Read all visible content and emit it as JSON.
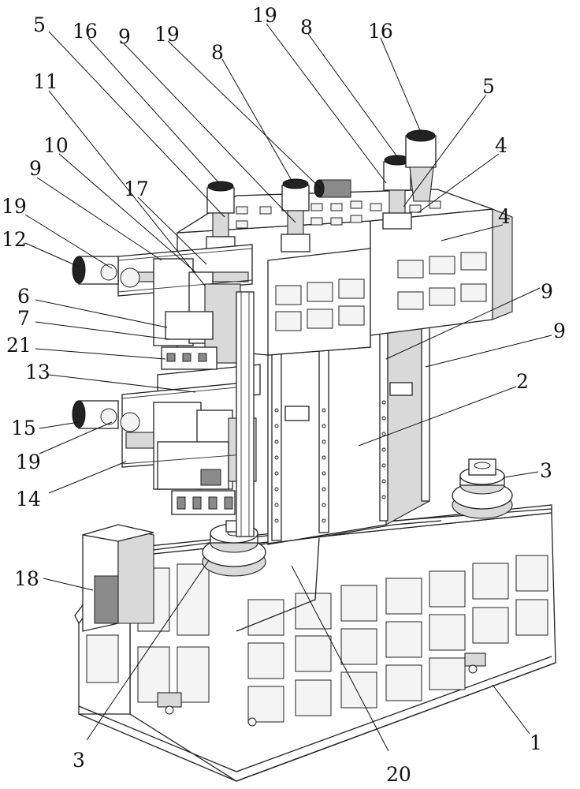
{
  "figure": {
    "callouts": [
      {
        "id": "c5a",
        "text": "5"
      },
      {
        "id": "c16a",
        "text": "16"
      },
      {
        "id": "c9a",
        "text": "9"
      },
      {
        "id": "c19a",
        "text": "19"
      },
      {
        "id": "c19b",
        "text": "19"
      },
      {
        "id": "c8a",
        "text": "8"
      },
      {
        "id": "c8b",
        "text": "8"
      },
      {
        "id": "c16b",
        "text": "16"
      },
      {
        "id": "c5b",
        "text": "5"
      },
      {
        "id": "c4a",
        "text": "4"
      },
      {
        "id": "c4b",
        "text": "4"
      },
      {
        "id": "c11",
        "text": "11"
      },
      {
        "id": "c10",
        "text": "10"
      },
      {
        "id": "c9b",
        "text": "9"
      },
      {
        "id": "c17",
        "text": "17"
      },
      {
        "id": "c19c",
        "text": "19"
      },
      {
        "id": "c12",
        "text": "12"
      },
      {
        "id": "c6",
        "text": "6"
      },
      {
        "id": "c7",
        "text": "7"
      },
      {
        "id": "c21",
        "text": "21"
      },
      {
        "id": "c9c",
        "text": "9"
      },
      {
        "id": "c9d",
        "text": "9"
      },
      {
        "id": "c13",
        "text": "13"
      },
      {
        "id": "c2",
        "text": "2"
      },
      {
        "id": "c15",
        "text": "15"
      },
      {
        "id": "c19d",
        "text": "19"
      },
      {
        "id": "c3a",
        "text": "3"
      },
      {
        "id": "c14",
        "text": "14"
      },
      {
        "id": "c18",
        "text": "18"
      },
      {
        "id": "c3b",
        "text": "3"
      },
      {
        "id": "c20",
        "text": "20"
      },
      {
        "id": "c1",
        "text": "1"
      }
    ]
  }
}
